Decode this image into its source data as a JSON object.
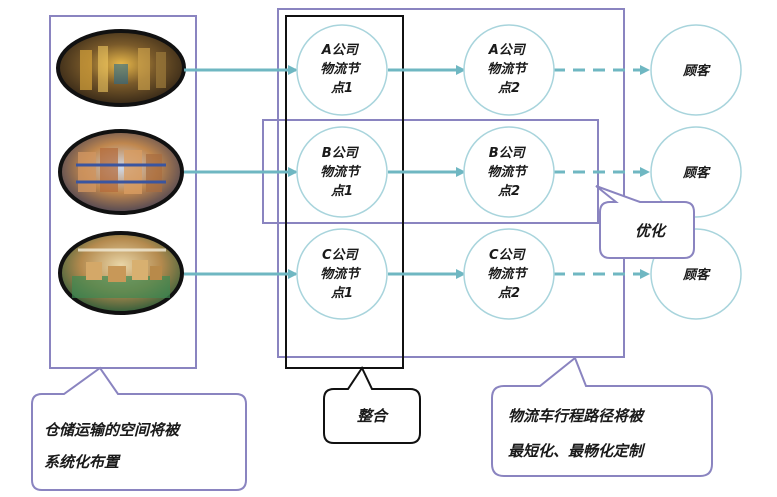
{
  "nodes": {
    "a1": [
      "A公司",
      "物流节",
      "点1"
    ],
    "a2": [
      "A公司",
      "物流节",
      "点2"
    ],
    "b1": [
      "B公司",
      "物流节",
      "点1"
    ],
    "b2": [
      "B公司",
      "物流节",
      "点2"
    ],
    "c1": [
      "C公司",
      "物流节",
      "点1"
    ],
    "c2": [
      "C公司",
      "物流节",
      "点2"
    ],
    "customer": "顾客"
  },
  "callouts": {
    "warehouse": [
      "仓储运输的空间将被",
      "系统化布置"
    ],
    "integrate": "整合",
    "optimize": "优化",
    "route": [
      "物流车行程路径将被",
      "最短化、最畅化定制"
    ]
  },
  "images": [
    "warehouse-shelves-photo",
    "warehouse-racks-photo",
    "warehouse-floor-photo"
  ],
  "colors": {
    "node_border": "#a8d4dc",
    "arrow": "#6fb7c2",
    "frame": "#8a84c0",
    "black_frame": "#111111"
  }
}
